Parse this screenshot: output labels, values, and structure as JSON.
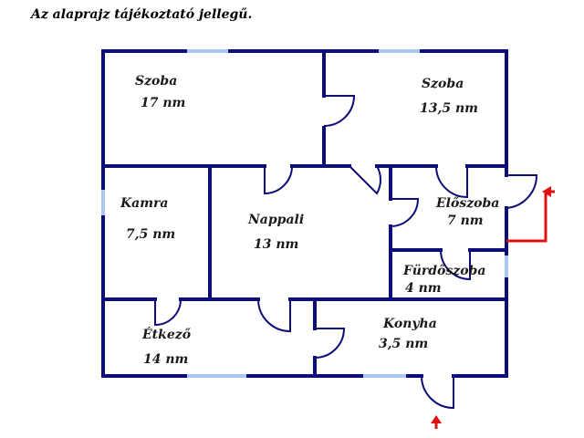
{
  "caption": "Az alaprajz tájékoztató jellegű.",
  "rooms": [
    {
      "name": "Szoba",
      "area": "17 nm"
    },
    {
      "name": "Szoba",
      "area": "13,5 nm"
    },
    {
      "name": "Kamra",
      "area": "7,5 nm"
    },
    {
      "name": "Nappali",
      "area": "13 nm"
    },
    {
      "name": "Előszoba",
      "area": "7 nm"
    },
    {
      "name": "Fürdőszoba",
      "area": "4 nm"
    },
    {
      "name": "Étkező",
      "area": "14 nm"
    },
    {
      "name": "Konyha",
      "area": "3,5 nm"
    }
  ],
  "colors": {
    "wall": "#0d0d7a",
    "window": "#a9c8f0",
    "entry_marker": "#e01010"
  }
}
